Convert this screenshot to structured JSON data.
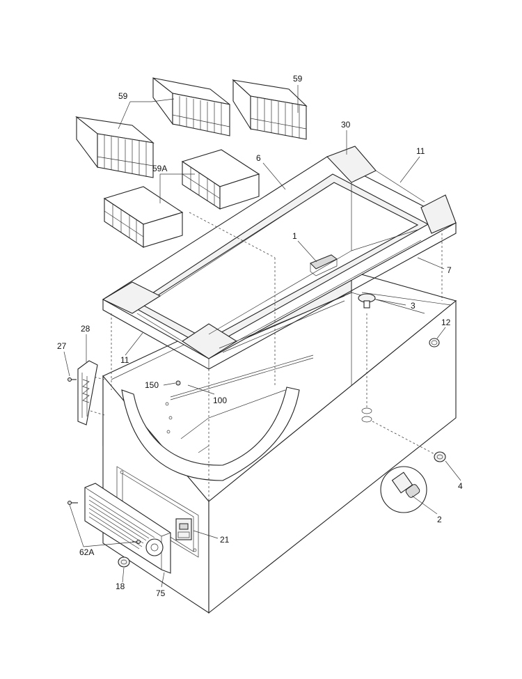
{
  "callouts": {
    "c59a": "59",
    "c59b": "59",
    "c30": "30",
    "c11a": "11",
    "c6": "6",
    "c59A": "59A",
    "c1": "1",
    "c7": "7",
    "c3": "3",
    "c12": "12",
    "c28": "28",
    "c27": "27",
    "c11b": "11",
    "c150": "150",
    "c100": "100",
    "c4": "4",
    "c2": "2",
    "c21": "21",
    "c62A": "62A",
    "c18": "18",
    "c75": "75"
  }
}
